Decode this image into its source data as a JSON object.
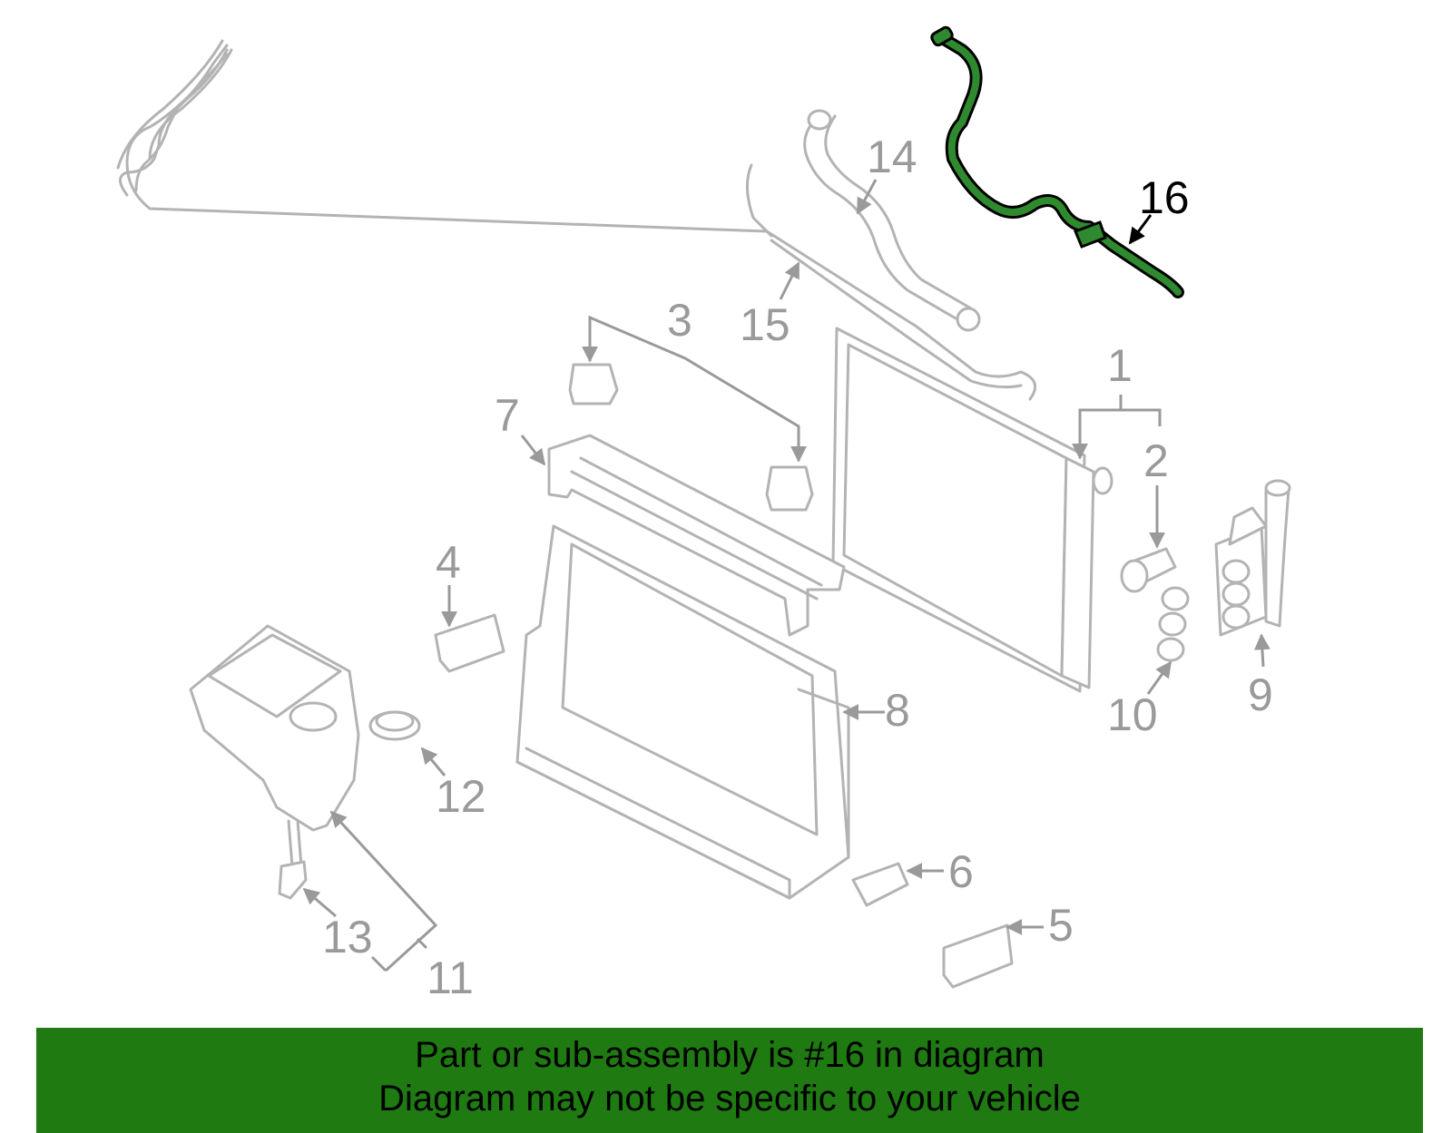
{
  "callouts": {
    "c1": "1",
    "c2": "2",
    "c3": "3",
    "c4": "4",
    "c5": "5",
    "c6": "6",
    "c7": "7",
    "c8": "8",
    "c9": "9",
    "c10": "10",
    "c11": "11",
    "c12": "12",
    "c13": "13",
    "c14": "14",
    "c15": "15",
    "c16": "16"
  },
  "highlighted_part": "16",
  "colors": {
    "highlight": "#2f8a2f",
    "banner": "#1f7a12",
    "parts": "#b3b3b3"
  },
  "banner": {
    "line1": "Part or sub-assembly is #16 in diagram",
    "line2": "Diagram may not be specific to your vehicle"
  }
}
